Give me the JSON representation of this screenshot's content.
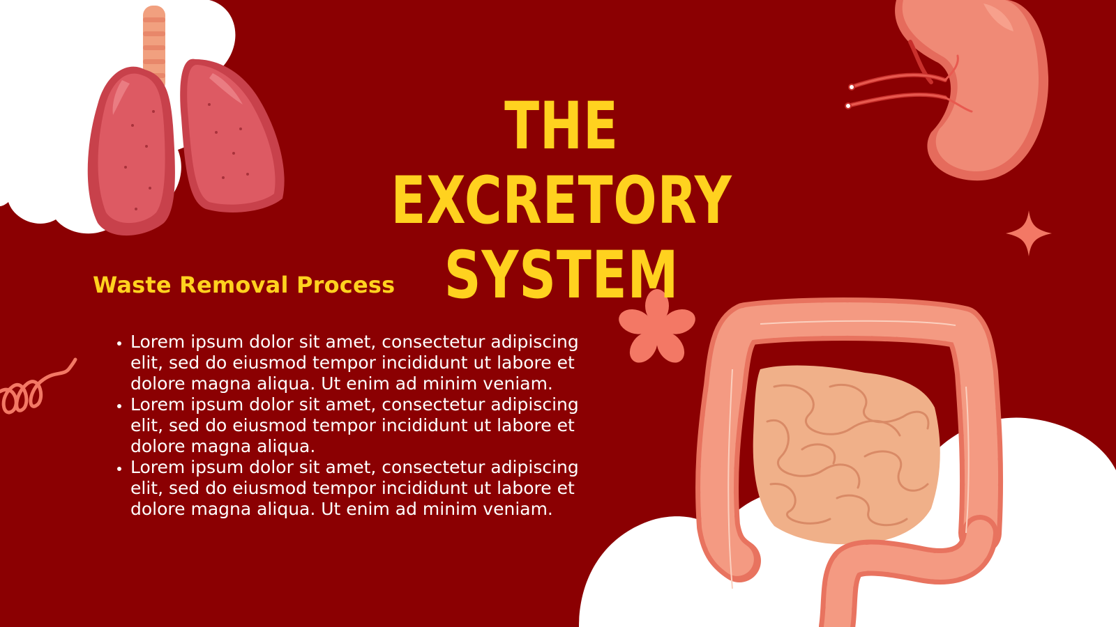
{
  "slide": {
    "title_line1": "THE EXCRETORY",
    "title_line2": "SYSTEM",
    "subtitle": "Waste Removal Process",
    "bullets": [
      "Lorem ipsum dolor sit amet, consectetur adipiscing elit, sed do eiusmod tempor incididunt ut labore et dolore magna aliqua. Ut enim ad minim veniam.",
      "Lorem ipsum dolor sit amet, consectetur adipiscing elit, sed do eiusmod tempor incididunt ut labore et dolore magna aliqua.",
      "Lorem ipsum dolor sit amet, consectetur adipiscing elit, sed do eiusmod tempor incididunt ut labore et dolore magna aliqua. Ut enim ad minim veniam."
    ]
  },
  "colors": {
    "background": "#8b0002",
    "title": "#ffd21f",
    "body_text": "#ffffff",
    "accent": "#f37865"
  },
  "illustrations": [
    "lungs-icon",
    "kidney-icon",
    "intestines-icon",
    "sparkle-icon",
    "flower-icon",
    "squiggle-icon",
    "cloud-shape"
  ]
}
